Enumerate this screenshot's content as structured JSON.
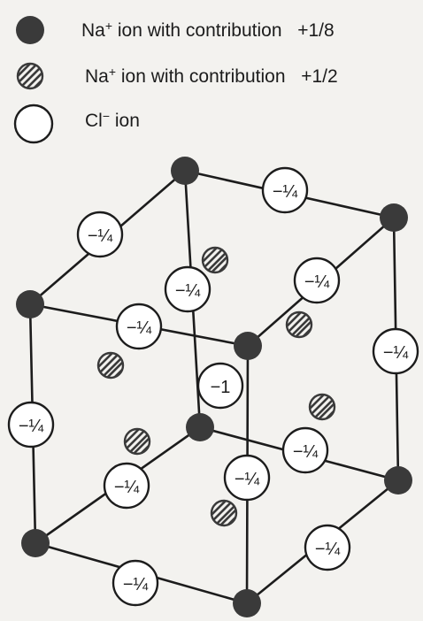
{
  "legend": {
    "na_corner": {
      "symbol": "Na",
      "charge": "+",
      "text": "ion with contribution",
      "value": "+1/8",
      "icon": "solid-dark-circle-icon"
    },
    "na_face": {
      "symbol": "Na",
      "charge": "+",
      "text": "ion with contribution",
      "value": "+1/2",
      "icon": "hatched-circle-icon"
    },
    "cl": {
      "symbol": "Cl",
      "charge": "−",
      "text": "ion",
      "icon": "open-circle-icon"
    }
  },
  "lattice": {
    "edge_label": "−¼",
    "center_label": "−1"
  },
  "colors": {
    "background": "#f3f2ef",
    "ink": "#1c1c1c",
    "corner_ion": "#3a3a3a",
    "hatch": "#3a3a3a"
  }
}
